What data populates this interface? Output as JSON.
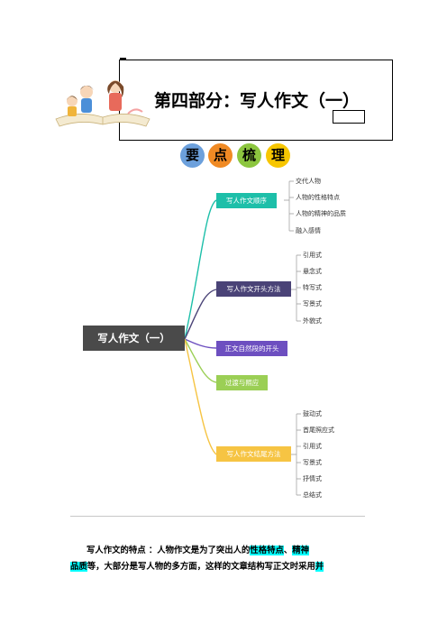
{
  "header": {
    "title": "第四部分：写人作文（一）"
  },
  "heading": [
    "要",
    "点",
    "梳",
    "理"
  ],
  "mindmap": {
    "root": "写人作文（一）",
    "branches": [
      {
        "label": "写人作文顺序",
        "color": "#1dbfa9",
        "items": [
          "交代人物",
          "人物的性格特点",
          "人物的精神的品质",
          "融入感情"
        ]
      },
      {
        "label": "写人作文开头方法",
        "color": "#4a4377",
        "items": [
          "引用式",
          "悬念式",
          "特写式",
          "写景式",
          "外貌式"
        ]
      },
      {
        "label": "正文自然段的开头",
        "color": "#6d4fc0",
        "items": []
      },
      {
        "label": "过渡与照应",
        "color": "#9bcf55",
        "items": []
      },
      {
        "label": "写人作文结尾方法",
        "color": "#f6c443",
        "items": [
          "鼓动式",
          "首尾照应式",
          "引用式",
          "写景式",
          "抒情式",
          "总结式"
        ]
      }
    ]
  },
  "paragraph": {
    "line1": [
      "写人作文的特点 ：人物作文是为了突出人的",
      "性格特点",
      "、",
      "精神"
    ],
    "line2": [
      "品质",
      "等，大部分是写人物的多方面，这样的文章结构写正文时采用",
      "并"
    ]
  }
}
